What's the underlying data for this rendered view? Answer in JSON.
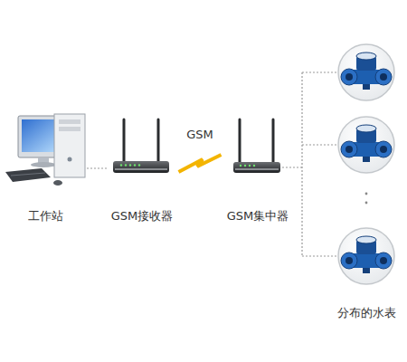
{
  "diagram": {
    "nodes": [
      {
        "text": [
          "工作站"
        ]
      },
      {
        "text": [
          "GSM接收器"
        ]
      },
      {
        "text": [
          "GSM集中器"
        ]
      }
    ],
    "edges": [
      {
        "from": 0,
        "to": 1,
        "arrow": "none"
      },
      {
        "from": 1,
        "to": 2,
        "label": "GSM",
        "arrow": "none"
      }
    ],
    "labels": [
      "分布的水表"
    ]
  }
}
